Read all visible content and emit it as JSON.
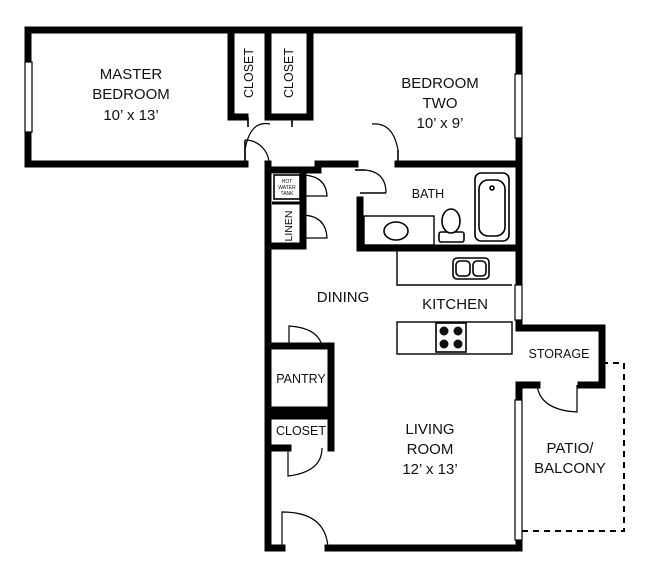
{
  "rooms": {
    "master_bedroom": {
      "name_line1": "MASTER",
      "name_line2": "BEDROOM",
      "dims": "10’ x 13’"
    },
    "bedroom_two": {
      "name_line1": "BEDROOM",
      "name_line2": "TWO",
      "dims": "10’ x 9’"
    },
    "closet_master": "CLOSET",
    "closet_two": "CLOSET",
    "hot_water_tank": {
      "line1": "HOT",
      "line2": "WATER",
      "line3": "TANK"
    },
    "linen": "LINEN",
    "bath": "BATH",
    "dining": "DINING",
    "kitchen": "KITCHEN",
    "pantry": "PANTRY",
    "closet_hall": "CLOSET",
    "storage": "STORAGE",
    "living_room": {
      "name_line1": "LIVING",
      "name_line2": "ROOM",
      "dims": "12’ x 13’"
    },
    "patio": {
      "line1": "PATIO/",
      "line2": "BALCONY"
    }
  }
}
